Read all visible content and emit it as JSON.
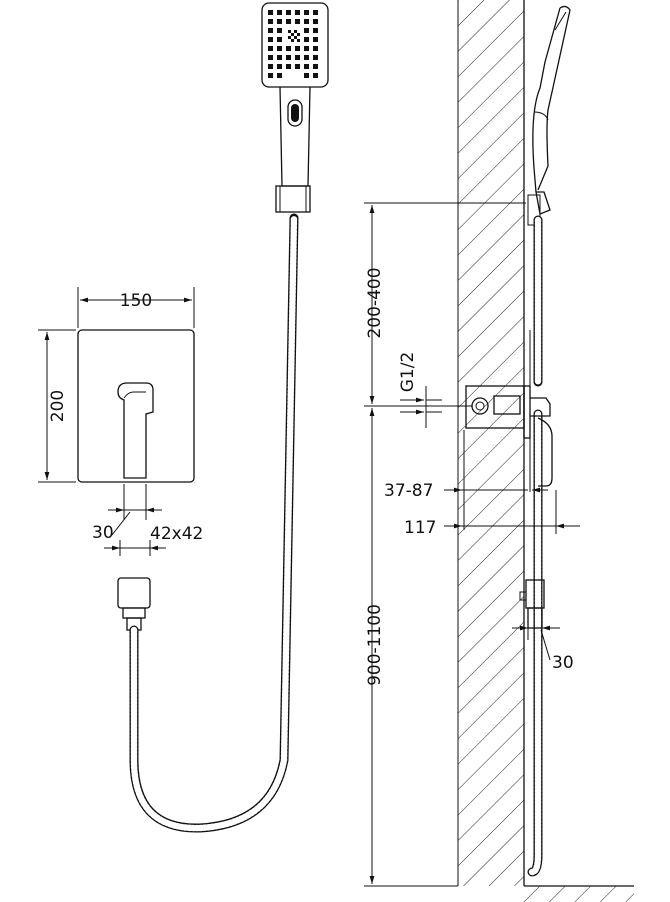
{
  "dimensions": {
    "plate_width": "150",
    "plate_height": "200",
    "lever_width": "30",
    "holder_size": "42x42",
    "shower_height_above_valve": "200-400",
    "thread": "G1/2",
    "install_depth": "37-87",
    "projection": "117",
    "valve_height": "900-1100",
    "outlet_width": "30"
  }
}
